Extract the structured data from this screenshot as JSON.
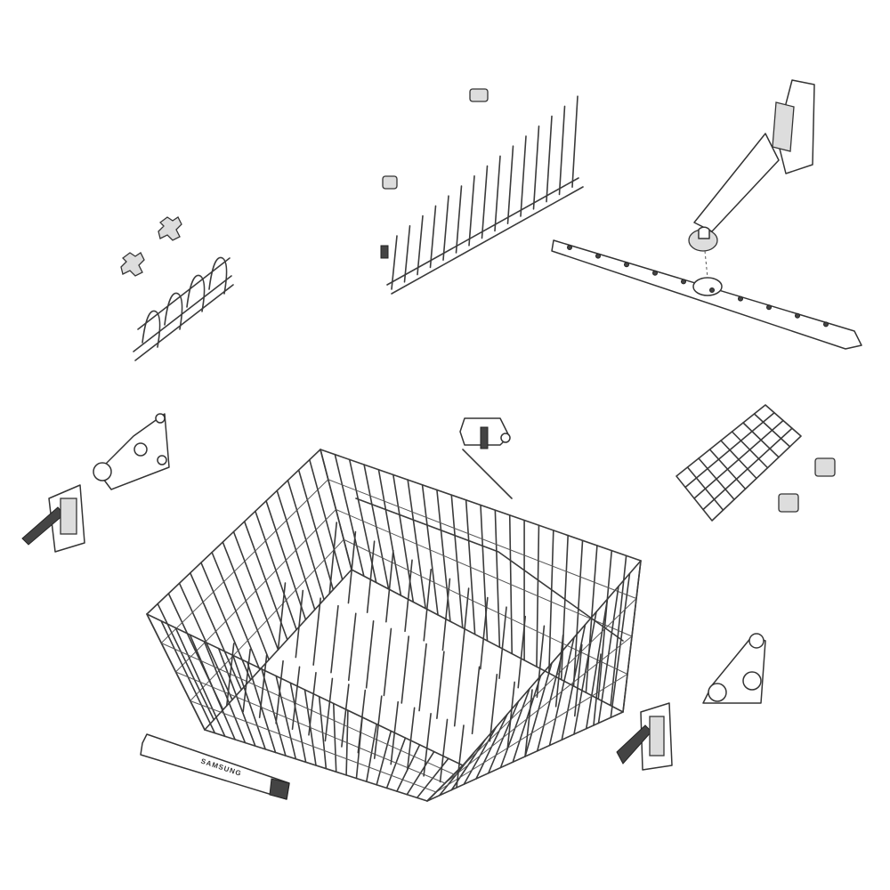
{
  "diagram": {
    "kind": "exploded parts view",
    "line_color": "#333333",
    "background": "#ffffff",
    "parts": [
      {
        "name": "lower-dish-rack"
      },
      {
        "name": "lower-spray-arm"
      },
      {
        "name": "tine-row"
      },
      {
        "name": "small-tine-rack"
      },
      {
        "name": "cup-shelf-grid"
      },
      {
        "name": "rack-adjuster-left"
      },
      {
        "name": "rack-adjuster-right"
      },
      {
        "name": "rack-handle"
      },
      {
        "name": "clips"
      }
    ],
    "handle_logo": "SAMSUNG"
  }
}
